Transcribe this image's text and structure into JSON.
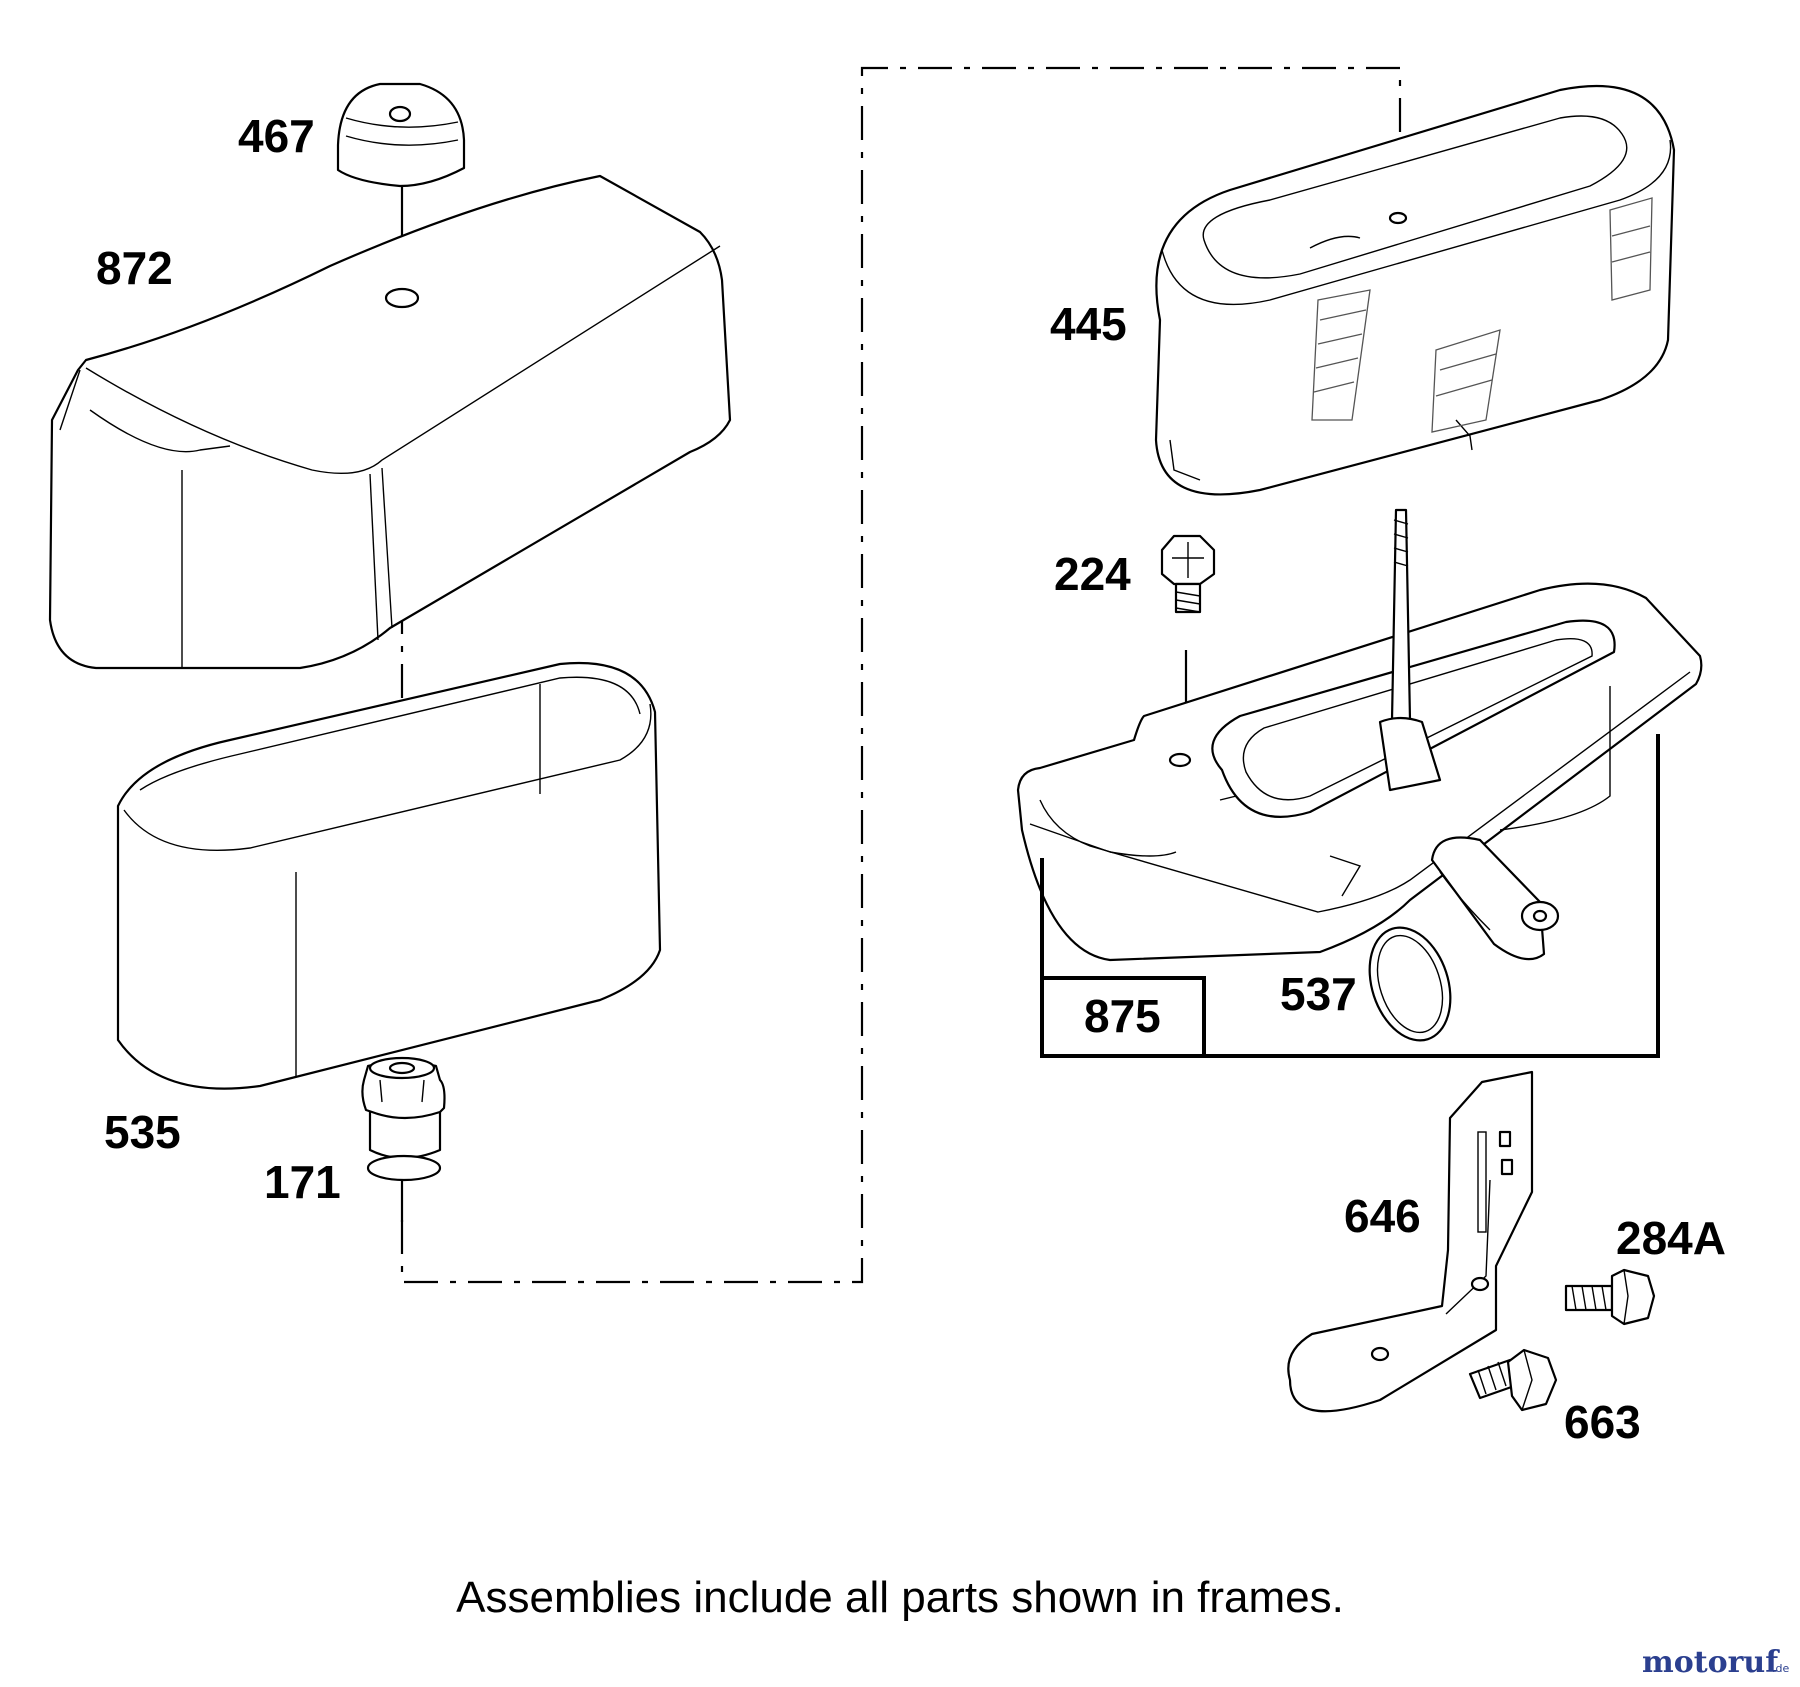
{
  "diagram": {
    "part_labels": {
      "p467": "467",
      "p872": "872",
      "p535": "535",
      "p171": "171",
      "p445": "445",
      "p224": "224",
      "p875": "875",
      "p537": "537",
      "p646": "646",
      "p284a": "284A",
      "p663": "663"
    },
    "caption": "Assemblies include all parts shown in frames.",
    "watermark": {
      "brand": "motoruf",
      "suffix": ".de"
    }
  },
  "colors": {
    "line": "#000000",
    "background": "#ffffff",
    "watermark_m": "#2b3f8f",
    "watermark_o": "#d6311c",
    "watermark_t": "#e39a12",
    "watermark_o2": "#2b8a3e",
    "watermark_r": "#2b3f8f",
    "watermark_u": "#d6311c",
    "watermark_f": "#2b8a3e"
  }
}
